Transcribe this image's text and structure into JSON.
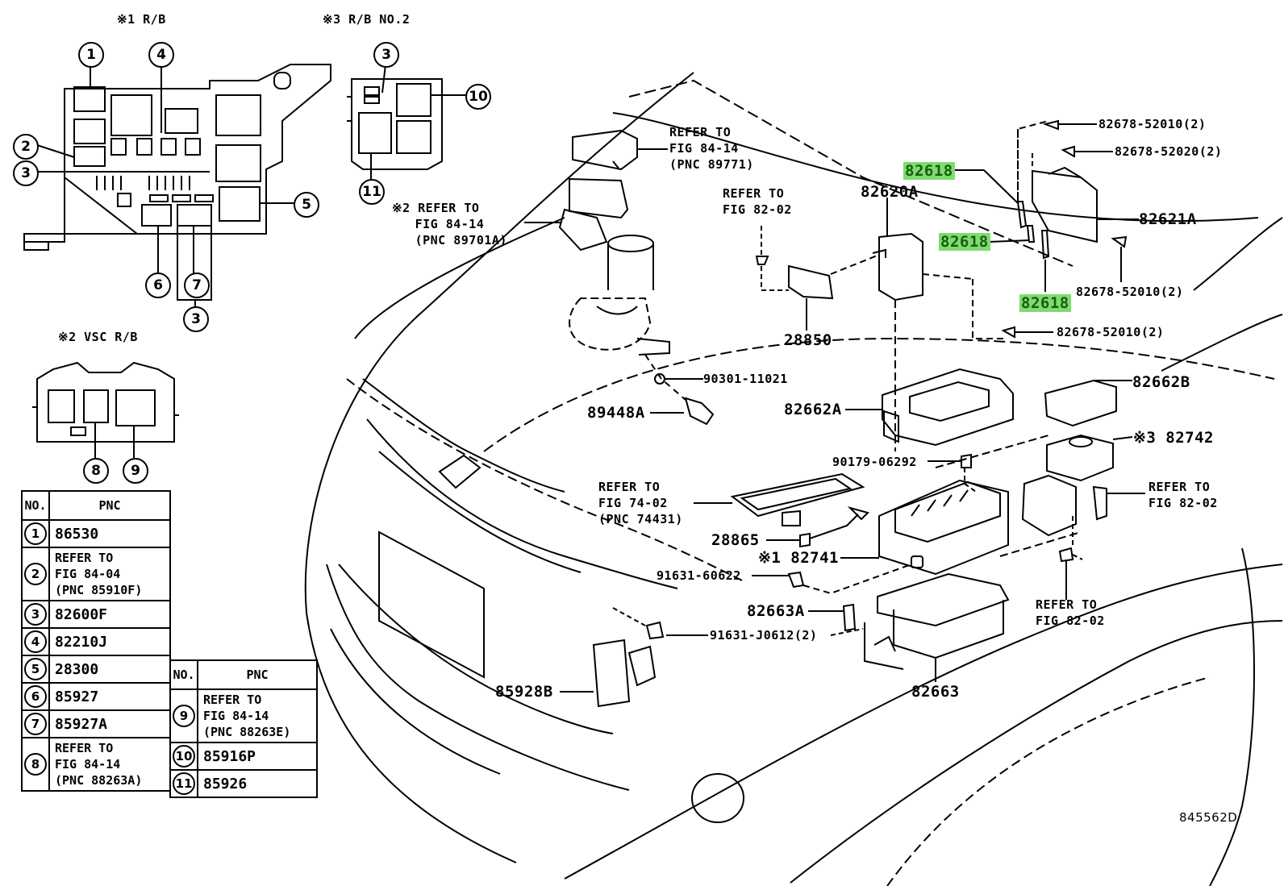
{
  "sections": {
    "rb1": "※1 R/B",
    "rb2": "※3 R/B NO.2",
    "vsc": "※2 VSC R/B"
  },
  "callouts": [
    "1",
    "2",
    "3",
    "4",
    "5",
    "6",
    "7",
    "8",
    "9",
    "10",
    "11"
  ],
  "parts": {
    "p82618a": "82618",
    "p82618b": "82618",
    "p82618c": "82618",
    "p82620A": "82620A",
    "p82621A": "82621A",
    "p28850": "28850",
    "p90301": "90301-11021",
    "p89448A": "89448A",
    "p82662A": "82662A",
    "p82662B": "82662B",
    "p82742": "※3 82742",
    "p90179": "90179-06292",
    "p28865": "28865",
    "p82741": "※1 82741",
    "p91631a": "91631-60622",
    "p82663A": "82663A",
    "p91631b": "91631-J0612(2)",
    "p85928B": "85928B",
    "p82663": "82663",
    "b1": "82678-52010(2)",
    "b2": "82678-52020(2)",
    "b3": "82678-52010(2)",
    "b4": "82678-52010(2)",
    "diagram_id": "845562D"
  },
  "refs": {
    "r1": "REFER TO\nFIG 84-14\n(PNC 89771)",
    "r2": "※2 REFER TO\n   FIG 84-14\n   (PNC 89701A)",
    "r3": "REFER TO\nFIG 82-02",
    "r4": "REFER TO\nFIG 74-02\n(PNC 74431)",
    "r5": "REFER TO\nFIG 82-02",
    "r6": "REFER TO\nFIG 82-02"
  },
  "table1": {
    "headers": [
      "NO.",
      "PNC"
    ],
    "rows": [
      {
        "no": "1",
        "pnc": "86530"
      },
      {
        "no": "2",
        "pnc": "REFER TO\nFIG 84-04\n(PNC 85910F)"
      },
      {
        "no": "3",
        "pnc": "82600F"
      },
      {
        "no": "4",
        "pnc": "82210J"
      },
      {
        "no": "5",
        "pnc": "28300"
      },
      {
        "no": "6",
        "pnc": "85927"
      },
      {
        "no": "7",
        "pnc": "85927A"
      },
      {
        "no": "8",
        "pnc": "REFER TO\nFIG 84-14\n(PNC 88263A)"
      }
    ]
  },
  "table2": {
    "headers": [
      "NO.",
      "PNC"
    ],
    "rows": [
      {
        "no": "9",
        "pnc": "REFER TO\nFIG 84-14\n(PNC 88263E)"
      },
      {
        "no": "10",
        "pnc": "85916P"
      },
      {
        "no": "11",
        "pnc": "85926"
      }
    ]
  },
  "highlight_color": "#7ddc6e"
}
